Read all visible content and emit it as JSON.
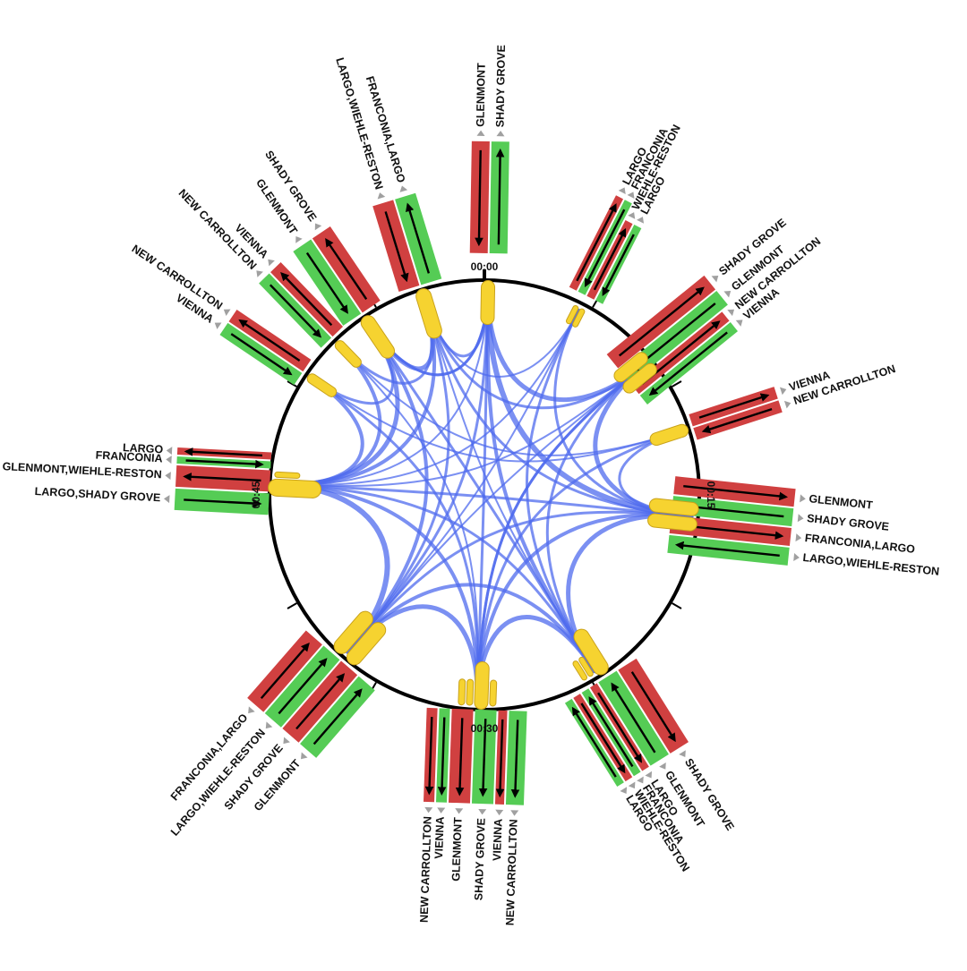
{
  "title": "",
  "colors": {
    "background": "#ffffff",
    "ring": "#000000",
    "chord": "#4f6bed",
    "red_band": "#d04040",
    "green_band": "#55cc55",
    "platform_capsule": "#f6d330",
    "capsule_outline": "#c9a21a",
    "arrow": "#000000",
    "tick_triangle": "#a0a0a0"
  },
  "time_labels": [
    "00:00",
    "00:15",
    "00:30",
    "00:45"
  ],
  "clusters": [
    {
      "angle": 1,
      "capsules": [
        {
          "w": 14,
          "len": 34
        }
      ],
      "bands": [
        {
          "color": "red",
          "w": 20,
          "start": 270,
          "end": 395,
          "dir": "in",
          "label": "GLENMONT"
        },
        {
          "color": "green",
          "w": 20,
          "start": 270,
          "end": 395,
          "dir": "out",
          "label": "SHADY GROVE"
        }
      ]
    },
    {
      "angle": 27,
      "capsules": [
        {
          "w": 5,
          "len": 16
        },
        {
          "w": 5,
          "len": 16
        }
      ],
      "bands": [
        {
          "color": "red",
          "w": 9,
          "start": 250,
          "end": 365,
          "dir": "out",
          "label": "LARGO"
        },
        {
          "color": "green",
          "w": 9,
          "start": 250,
          "end": 365,
          "dir": "in",
          "label": "FRANCONIA"
        },
        {
          "color": "red",
          "w": 9,
          "start": 250,
          "end": 345,
          "dir": "out",
          "label": "WIEHLE-RESTON"
        },
        {
          "color": "green",
          "w": 9,
          "start": 250,
          "end": 345,
          "dir": "in",
          "label": "LARGO"
        }
      ]
    },
    {
      "angle": 51,
      "capsules": [
        {
          "w": 13,
          "len": 30
        },
        {
          "w": 13,
          "len": 30
        }
      ],
      "bands": [
        {
          "color": "red",
          "w": 20,
          "start": 205,
          "end": 345,
          "dir": "out",
          "label": "SHADY GROVE"
        },
        {
          "color": "green",
          "w": 20,
          "start": 205,
          "end": 345,
          "dir": "in",
          "label": "GLENMONT"
        },
        {
          "color": "red",
          "w": 13,
          "start": 205,
          "end": 335,
          "dir": "out",
          "label": "NEW CARROLLTON"
        },
        {
          "color": "green",
          "w": 13,
          "start": 205,
          "end": 335,
          "dir": "in",
          "label": "VIENNA"
        }
      ]
    },
    {
      "angle": 72,
      "capsules": [
        {
          "w": 13,
          "len": 30
        }
      ],
      "bands": [
        {
          "color": "red",
          "w": 14,
          "start": 245,
          "end": 345,
          "dir": "out",
          "label": "VIENNA"
        },
        {
          "color": "red",
          "w": 14,
          "start": 245,
          "end": 345,
          "dir": "in",
          "label": "NEW CARROLLTON"
        }
      ]
    },
    {
      "angle": 96,
      "capsules": [
        {
          "w": 14,
          "len": 40
        },
        {
          "w": 14,
          "len": 40
        }
      ],
      "bands": [
        {
          "color": "red",
          "w": 20,
          "start": 210,
          "end": 345,
          "dir": "out",
          "label": "GLENMONT"
        },
        {
          "color": "green",
          "w": 20,
          "start": 210,
          "end": 345,
          "dir": "in",
          "label": "SHADY GROVE"
        },
        {
          "color": "red",
          "w": 20,
          "start": 210,
          "end": 345,
          "dir": "out",
          "label": "FRANCONIA,LARGO"
        },
        {
          "color": "green",
          "w": 20,
          "start": 210,
          "end": 345,
          "dir": "in",
          "label": "LARGO,WIEHLE-RESTON"
        }
      ]
    },
    {
      "angle": 148,
      "capsules": [
        {
          "w": 16,
          "len": 40
        },
        {
          "w": 5,
          "len": 18
        },
        {
          "w": 5,
          "len": 18
        }
      ],
      "bands": [
        {
          "color": "red",
          "w": 24,
          "start": 245,
          "end": 355,
          "dir": "out",
          "label": "SHADY GROVE"
        },
        {
          "color": "green",
          "w": 24,
          "start": 245,
          "end": 355,
          "dir": "in",
          "label": "GLENMONT"
        },
        {
          "color": "red",
          "w": 9,
          "start": 245,
          "end": 355,
          "dir": "out",
          "label": "LARGO"
        },
        {
          "color": "green",
          "w": 9,
          "start": 245,
          "end": 355,
          "dir": "in",
          "label": "FRANCONIA"
        },
        {
          "color": "red",
          "w": 9,
          "start": 245,
          "end": 355,
          "dir": "out",
          "label": "WIEHLE-RESTON"
        },
        {
          "color": "green",
          "w": 9,
          "start": 245,
          "end": 355,
          "dir": "in",
          "label": "LARGO"
        }
      ]
    },
    {
      "angle": 182,
      "capsules": [
        {
          "w": 6,
          "len": 22
        },
        {
          "w": 14,
          "len": 38
        },
        {
          "w": 6,
          "len": 22
        },
        {
          "w": 6,
          "len": 22
        }
      ],
      "bands": [
        {
          "color": "green",
          "w": 20,
          "start": 240,
          "end": 345,
          "dir": "out",
          "label": "NEW CARROLLTON"
        },
        {
          "color": "red",
          "w": 10,
          "start": 240,
          "end": 345,
          "dir": "out",
          "label": "VIENNA"
        },
        {
          "color": "green",
          "w": 24,
          "start": 240,
          "end": 345,
          "dir": "out",
          "label": "SHADY GROVE"
        },
        {
          "color": "red",
          "w": 24,
          "start": 240,
          "end": 345,
          "dir": "out",
          "label": "GLENMONT"
        },
        {
          "color": "green",
          "w": 12,
          "start": 240,
          "end": 345,
          "dir": "out",
          "label": "VIENNA"
        },
        {
          "color": "red",
          "w": 12,
          "start": 240,
          "end": 345,
          "dir": "out",
          "label": "NEW CARROLLTON"
        }
      ]
    },
    {
      "angle": 221,
      "capsules": [
        {
          "w": 16,
          "len": 40
        },
        {
          "w": 16,
          "len": 40
        }
      ],
      "bands": [
        {
          "color": "green",
          "w": 24,
          "start": 245,
          "end": 345,
          "dir": "in",
          "label": "GLENMONT"
        },
        {
          "color": "red",
          "w": 24,
          "start": 245,
          "end": 345,
          "dir": "in",
          "label": "SHADY GROVE"
        },
        {
          "color": "green",
          "w": 24,
          "start": 245,
          "end": 345,
          "dir": "in",
          "label": "LARGO,WIEHLE-RESTON"
        },
        {
          "color": "red",
          "w": 24,
          "start": 245,
          "end": 345,
          "dir": "in",
          "label": "FRANCONIA,LARGO"
        }
      ]
    },
    {
      "angle": 273,
      "capsules": [
        {
          "w": 18,
          "len": 40
        },
        {
          "w": 5,
          "len": 22
        }
      ],
      "bands": [
        {
          "color": "green",
          "w": 24,
          "start": 240,
          "end": 345,
          "dir": "in",
          "label": "LARGO,SHADY GROVE"
        },
        {
          "color": "red",
          "w": 24,
          "start": 240,
          "end": 345,
          "dir": "out",
          "label": "GLENMONT,WIEHLE-RESTON"
        },
        {
          "color": "green",
          "w": 8,
          "start": 240,
          "end": 345,
          "dir": "in",
          "label": "FRANCONIA"
        },
        {
          "color": "red",
          "w": 8,
          "start": 240,
          "end": 345,
          "dir": "out",
          "label": "LARGO"
        }
      ]
    },
    {
      "angle": 304,
      "capsules": [
        {
          "w": 10,
          "len": 26
        }
      ],
      "bands": [
        {
          "color": "green",
          "w": 16,
          "start": 245,
          "end": 345,
          "dir": "in",
          "label": "VIENNA"
        },
        {
          "color": "red",
          "w": 16,
          "start": 245,
          "end": 345,
          "dir": "out",
          "label": "NEW CARROLLTON"
        }
      ]
    },
    {
      "angle": 316,
      "capsules": [
        {
          "w": 10,
          "len": 26
        }
      ],
      "bands": [
        {
          "color": "green",
          "w": 16,
          "start": 245,
          "end": 345,
          "dir": "in",
          "label": "NEW CARROLLTON"
        },
        {
          "color": "red",
          "w": 16,
          "start": 245,
          "end": 345,
          "dir": "out",
          "label": "VIENNA"
        }
      ]
    },
    {
      "angle": 326,
      "capsules": [
        {
          "w": 15,
          "len": 38
        }
      ],
      "bands": [
        {
          "color": "green",
          "w": 24,
          "start": 245,
          "end": 345,
          "dir": "in",
          "label": "GLENMONT"
        },
        {
          "color": "red",
          "w": 24,
          "start": 245,
          "end": 345,
          "dir": "out",
          "label": "SHADY GROVE"
        }
      ]
    },
    {
      "angle": 343,
      "capsules": [
        {
          "w": 16,
          "len": 40
        }
      ],
      "bands": [
        {
          "color": "red",
          "w": 24,
          "start": 245,
          "end": 345,
          "dir": "in",
          "label": "LARGO,WIEHLE-RESTON"
        },
        {
          "color": "green",
          "w": 24,
          "start": 245,
          "end": 345,
          "dir": "out",
          "label": "FRANCONIA,LARGO"
        }
      ]
    }
  ],
  "chords": [
    [
      1,
      96,
      6
    ],
    [
      1,
      51,
      5
    ],
    [
      1,
      148,
      4
    ],
    [
      1,
      182,
      3
    ],
    [
      1,
      221,
      3
    ],
    [
      1,
      326,
      3
    ],
    [
      1,
      273,
      2
    ],
    [
      27,
      96,
      3
    ],
    [
      27,
      148,
      3
    ],
    [
      27,
      221,
      2
    ],
    [
      27,
      273,
      2
    ],
    [
      27,
      343,
      2
    ],
    [
      51,
      96,
      5
    ],
    [
      51,
      148,
      3
    ],
    [
      51,
      182,
      3
    ],
    [
      51,
      221,
      2
    ],
    [
      51,
      343,
      3
    ],
    [
      51,
      273,
      2
    ],
    [
      72,
      96,
      3
    ],
    [
      72,
      182,
      3
    ],
    [
      72,
      304,
      2
    ],
    [
      72,
      316,
      2
    ],
    [
      96,
      148,
      5
    ],
    [
      96,
      182,
      4
    ],
    [
      96,
      221,
      3
    ],
    [
      96,
      343,
      3
    ],
    [
      96,
      273,
      3
    ],
    [
      148,
      182,
      5
    ],
    [
      148,
      221,
      4
    ],
    [
      148,
      273,
      3
    ],
    [
      148,
      326,
      3
    ],
    [
      148,
      343,
      2
    ],
    [
      182,
      221,
      5
    ],
    [
      182,
      273,
      4
    ],
    [
      182,
      304,
      3
    ],
    [
      182,
      316,
      2
    ],
    [
      182,
      51,
      3
    ],
    [
      221,
      273,
      6
    ],
    [
      221,
      326,
      4
    ],
    [
      221,
      343,
      3
    ],
    [
      273,
      304,
      4
    ],
    [
      273,
      316,
      4
    ],
    [
      273,
      326,
      5
    ],
    [
      273,
      343,
      4
    ],
    [
      304,
      326,
      3
    ],
    [
      316,
      343,
      3
    ],
    [
      326,
      343,
      5
    ],
    [
      343,
      1,
      3
    ],
    [
      326,
      1,
      3
    ]
  ]
}
